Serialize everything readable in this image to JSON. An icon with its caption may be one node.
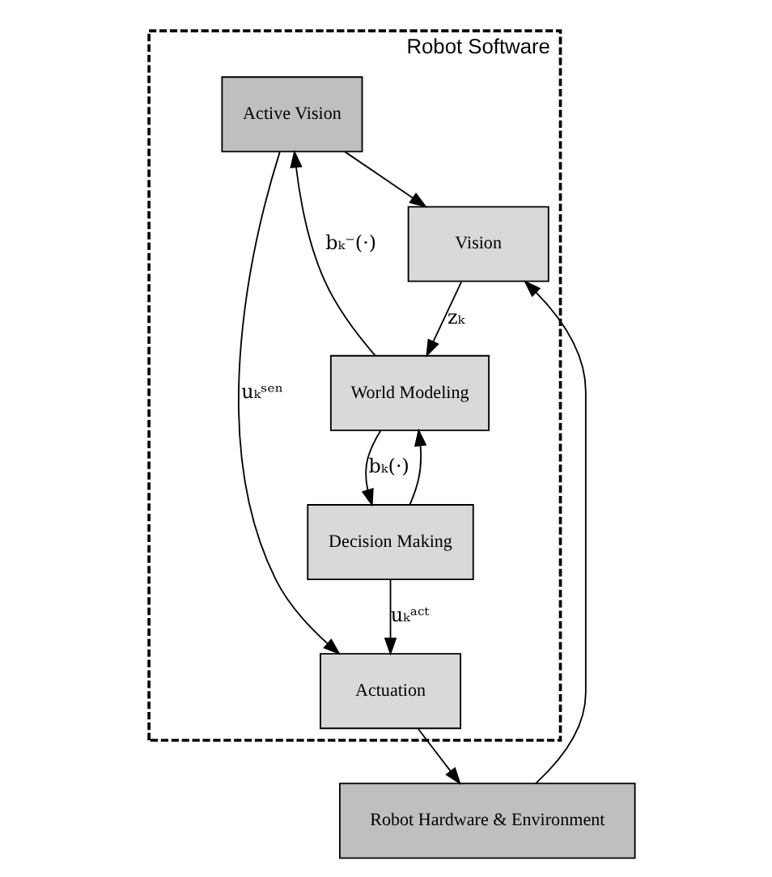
{
  "diagram": {
    "nodes": [
      {
        "text": [
          "Robot Software"
        ]
      },
      {
        "text": [
          "Active Vision"
        ],
        "in": 0
      },
      {
        "text": [
          "World Modeling"
        ],
        "in": 0
      },
      {
        "text": [
          "Decision Making"
        ],
        "in": 0
      },
      {
        "text": [
          "Vision"
        ],
        "in": 0
      },
      {
        "text": [
          "Actuation"
        ],
        "in": 0
      },
      {
        "text": [
          "Robot Hardware & Environment"
        ]
      }
    ],
    "edges": [
      {
        "from": 2,
        "to": 1,
        "arrow": "to",
        "label": "bₖ⁻(·)"
      },
      {
        "from": 2,
        "to": 3,
        "arrow": "to",
        "label": "bₖ(·)"
      },
      {
        "from": 1,
        "to": 5,
        "arrow": "to",
        "label": "uₖˢᵉⁿ"
      },
      {
        "from": 1,
        "to": 4,
        "arrow": "to"
      },
      {
        "from": 3,
        "to": 2,
        "arrow": "to"
      },
      {
        "from": 3,
        "to": 5,
        "arrow": "to",
        "label": "uₖᵃᶜᵗ"
      },
      {
        "from": 4,
        "to": 2,
        "arrow": "to",
        "label": "zₖ"
      },
      {
        "from": 5,
        "to": 6,
        "arrow": "to"
      },
      {
        "from": 6,
        "to": 4,
        "arrow": "to"
      }
    ]
  }
}
